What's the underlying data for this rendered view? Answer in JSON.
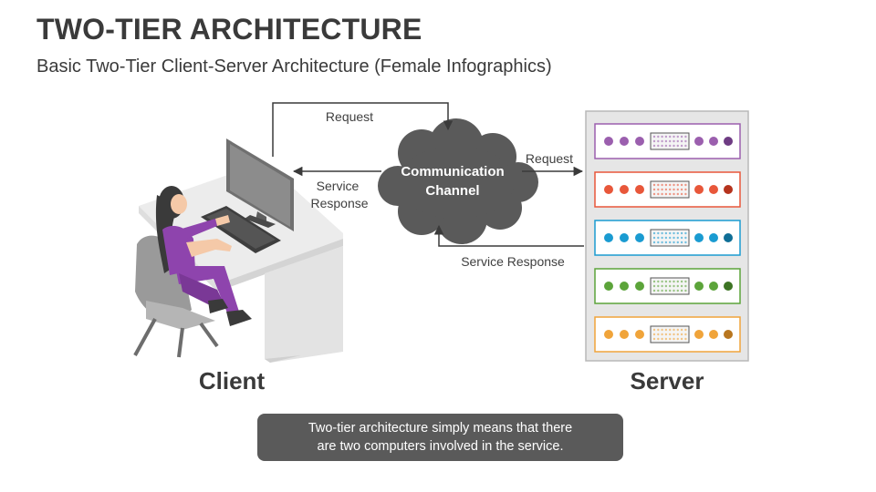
{
  "title": "TWO-TIER ARCHITECTURE",
  "subtitle": "Basic Two-Tier Client-Server Architecture (Female Infographics)",
  "diagram": {
    "client_label": "Client",
    "server_label": "Server",
    "channel_label_line1": "Communication",
    "channel_label_line2": "Channel",
    "request_top": "Request",
    "service_response_left_line1": "Service",
    "service_response_left_line2": "Response",
    "request_right": "Request",
    "service_response_bottom": "Service Response"
  },
  "server_units": [
    {
      "color": "#9b5fae",
      "dark": "#6e3c83"
    },
    {
      "color": "#e8573a",
      "dark": "#b5331d"
    },
    {
      "color": "#1a9bd1",
      "dark": "#0f6e96"
    },
    {
      "color": "#5ca43a",
      "dark": "#3d7424"
    },
    {
      "color": "#f0a43a",
      "dark": "#b8761f"
    }
  ],
  "colors": {
    "text_dark": "#3a3a3a",
    "cloud": "#5a5a5a",
    "note_bg": "#5a5a5a",
    "server_frame": "#e6e6e6",
    "person_outfit": "#8e44ad"
  },
  "note": {
    "line1": "Two-tier architecture simply means that there",
    "line2": "are two computers involved in the service."
  }
}
